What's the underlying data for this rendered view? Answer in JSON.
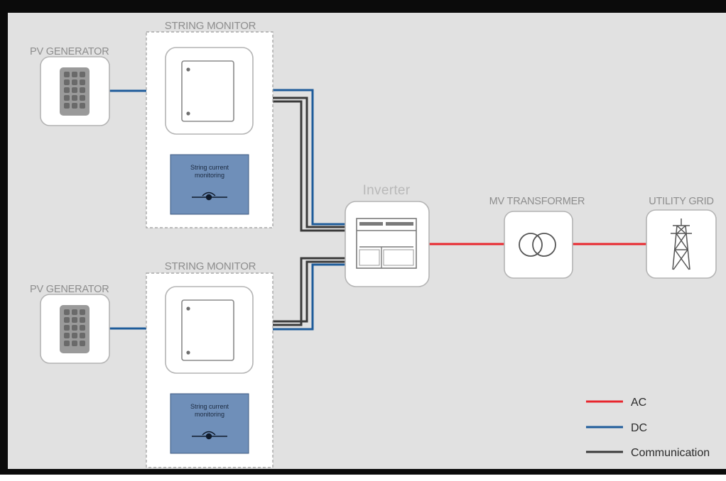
{
  "diagram": {
    "pv_generator_1": "PV GENERATOR",
    "pv_generator_2": "PV GENERATOR",
    "string_monitor_1": "STRING MONITOR",
    "string_monitor_2": "STRING MONITOR",
    "string_current_1": [
      "String current",
      "monitoring"
    ],
    "string_current_2": [
      "String current",
      "monitoring"
    ],
    "inverter": "Inverter",
    "mv_transformer": "MV TRANSFORMER",
    "utility_grid": "UTILITY GRID"
  },
  "legend": {
    "ac": "AC",
    "dc": "DC",
    "communication": "Communication"
  },
  "colors": {
    "ac": "#e8262d",
    "dc": "#1e5c9a",
    "communication": "#3a3a3a",
    "background": "#e1e1e1",
    "monitor_panel": "#6f8fb9"
  }
}
